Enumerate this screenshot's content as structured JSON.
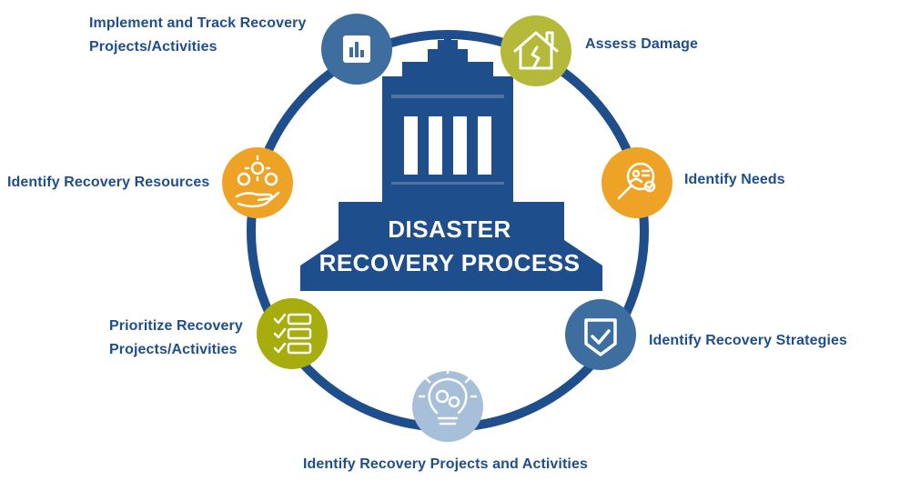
{
  "center": {
    "title_line1": "DISASTER",
    "title_line2": "RECOVERY PROCESS"
  },
  "steps": [
    {
      "id": "assess-damage",
      "lines": [
        "Assess Damage"
      ],
      "icon": "house-icon",
      "color": "#b5b93a"
    },
    {
      "id": "identify-needs",
      "lines": [
        "Identify Needs"
      ],
      "icon": "magnifier-profile-icon",
      "color": "#eea327"
    },
    {
      "id": "identify-recovery-strategies",
      "lines": [
        "Identify Recovery Strategies"
      ],
      "icon": "shield-check-icon",
      "color": "#3e6e9f"
    },
    {
      "id": "identify-recovery-projects-and-activities",
      "lines": [
        "Identify Recovery Projects and Activities"
      ],
      "icon": "lightbulb-gears-icon",
      "color": "#a7bfd8"
    },
    {
      "id": "prioritize-recovery-projects",
      "lines": [
        "Prioritize Recovery",
        "Projects/Activities"
      ],
      "icon": "checklist-icon",
      "color": "#a6ad0c"
    },
    {
      "id": "identify-recovery-resources",
      "lines": [
        "Identify Recovery Resources"
      ],
      "icon": "hand-resources-icon",
      "color": "#eea327"
    },
    {
      "id": "implement-and-track",
      "lines": [
        "Implement and Track Recovery",
        "Projects/Activities"
      ],
      "icon": "bar-chart-icon",
      "color": "#3e6e9f"
    }
  ],
  "colors": {
    "ring": "#1f4e8c",
    "building": "#1f4e8c",
    "label_text": "#1f4e8c"
  }
}
